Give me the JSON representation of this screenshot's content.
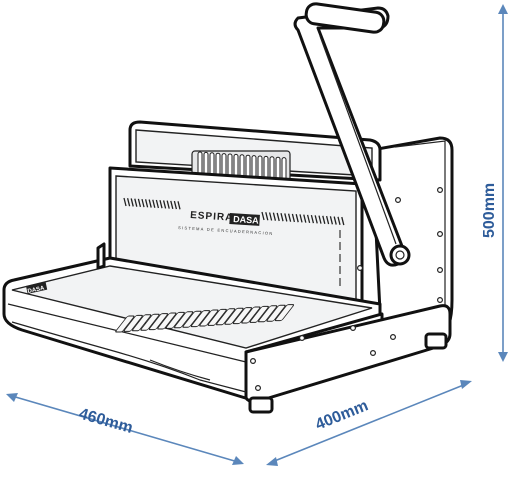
{
  "product": {
    "brand_prefix": "ESPIRA",
    "brand_box": "DASA",
    "tagline": "SISTEMA DE ENCUADERNACION",
    "left_badge": "DASA"
  },
  "dimensions": {
    "width_label": "460mm",
    "depth_label": "400mm",
    "height_label": "500mm"
  },
  "colors": {
    "dimension": "#2e5c9a",
    "outline": "#111111"
  }
}
